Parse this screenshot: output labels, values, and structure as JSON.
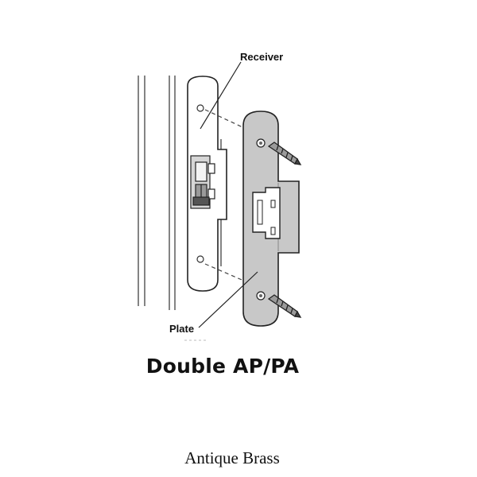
{
  "labels": {
    "receiver": "Receiver",
    "plate": "Plate"
  },
  "title": "Double AP/PA",
  "caption": "Antique Brass",
  "colors": {
    "line": "#222222",
    "plate_fill": "#c8c8c8",
    "receiver_fill": "#ffffff"
  },
  "icons": [
    "screw-icon",
    "screw-hole-icon"
  ]
}
